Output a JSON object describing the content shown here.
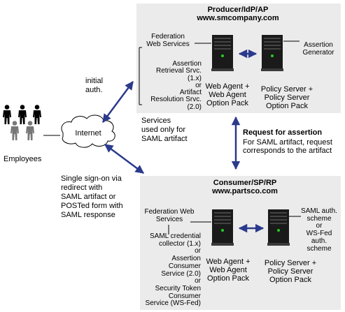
{
  "producer": {
    "title": "Producer/IdP/AP",
    "url": "www.smcompany.com",
    "federation_services": [
      "Federation",
      "Web Services"
    ],
    "retrieval": [
      "Assertion",
      "Retrieval Srvc.",
      "(1.x)",
      "or",
      "Artifact",
      "Resolution Srvc.",
      "(2.0)"
    ],
    "web_agent": [
      "Web Agent +",
      "Web Agent",
      "Option Pack"
    ],
    "policy_server": [
      "Policy Server +",
      "Policy Server",
      "Option Pack"
    ],
    "assertion_generator": [
      "Assertion",
      "Generator"
    ]
  },
  "services_note": [
    "Services",
    "used only for",
    "SAML artifact"
  ],
  "request": {
    "title": "Request for assertion",
    "detail": [
      "For SAML artifact, request",
      "corresponds to the artifact"
    ]
  },
  "consumer": {
    "title": "Consumer/SP/RP",
    "url": "www.partsco.com",
    "federation_services": [
      "Federation Web",
      "Services"
    ],
    "collector": [
      "SAML credential",
      "collector (1.x)",
      "or",
      "Assertion",
      "Consumer",
      "Service (2.0)",
      "or",
      "Security Token",
      "Consumer",
      "Service (WS-Fed)"
    ],
    "web_agent": [
      "Web Agent +",
      "Web Agent",
      "Option Pack"
    ],
    "policy_server": [
      "Policy Server +",
      "Policy Server",
      "Option Pack"
    ],
    "auth_scheme": [
      "SAML auth.",
      "scheme",
      "or",
      "WS-Fed",
      "auth.",
      "scheme"
    ]
  },
  "initial_auth": [
    "initial",
    "auth."
  ],
  "internet": "Internet",
  "employees": "Employees",
  "sso_note": [
    "Single sign-on via",
    "redirect with",
    "SAML artifact or",
    "POSTed form with",
    "SAML response"
  ],
  "colors": {
    "panel": "#ebebeb",
    "arrow": "#2a3a8c",
    "server": "#1a1a1a",
    "led": "#22cc22"
  }
}
